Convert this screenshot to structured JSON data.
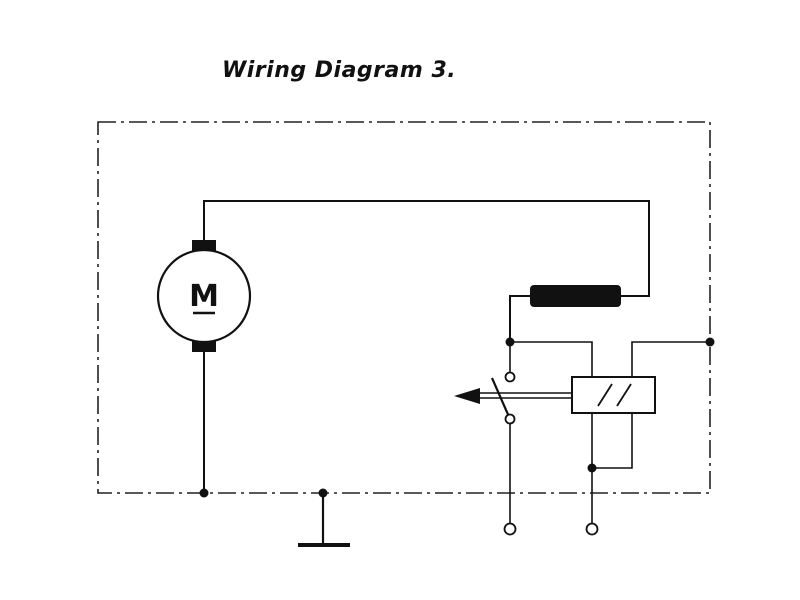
{
  "title": "Wiring Diagram 3.",
  "motor": {
    "label": "M",
    "icon": "motor-icon"
  },
  "components": [
    "motor",
    "resistor",
    "relay-coil",
    "switch-contact",
    "ground"
  ],
  "colors": {
    "line": "#111111",
    "background": "#ffffff"
  }
}
